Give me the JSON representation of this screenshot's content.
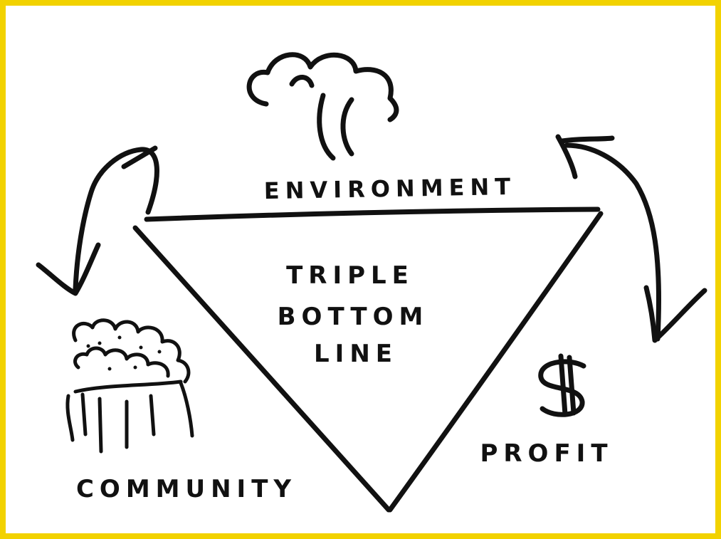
{
  "diagram": {
    "center_label_lines": [
      "TRIPLE",
      "BOTTOM",
      "LINE"
    ],
    "pillars": {
      "environment": {
        "label": "ENVIRONMENT",
        "icon": "tree-icon"
      },
      "community": {
        "label": "COMMUNITY",
        "icon": "people-group-icon"
      },
      "profit": {
        "label": "PROFIT",
        "icon": "dollar-sign-icon"
      }
    },
    "ink_color": "#111111",
    "frame_color": "#f2d200",
    "background_color": "#ffffff"
  }
}
